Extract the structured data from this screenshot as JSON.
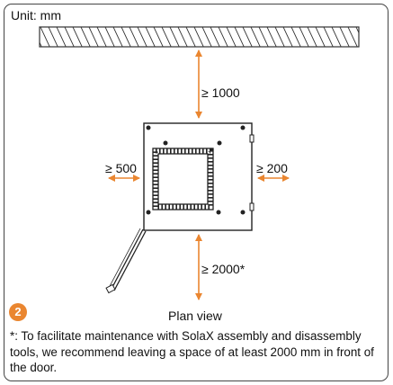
{
  "unit_label": "Unit: mm",
  "dimensions": {
    "top": "≥ 1000",
    "left": "≥ 500",
    "right": "≥ 200",
    "front": "≥ 2000*"
  },
  "step_number": "2",
  "view_caption": "Plan view",
  "footnote": "*: To facilitate maintenance with SolaX assembly and disassembly tools, we recommend leaving a space of at least 2000 mm in front of the door.",
  "colors": {
    "arrow": "#ea8630",
    "badge": "#ea8630",
    "outline": "#222222"
  }
}
